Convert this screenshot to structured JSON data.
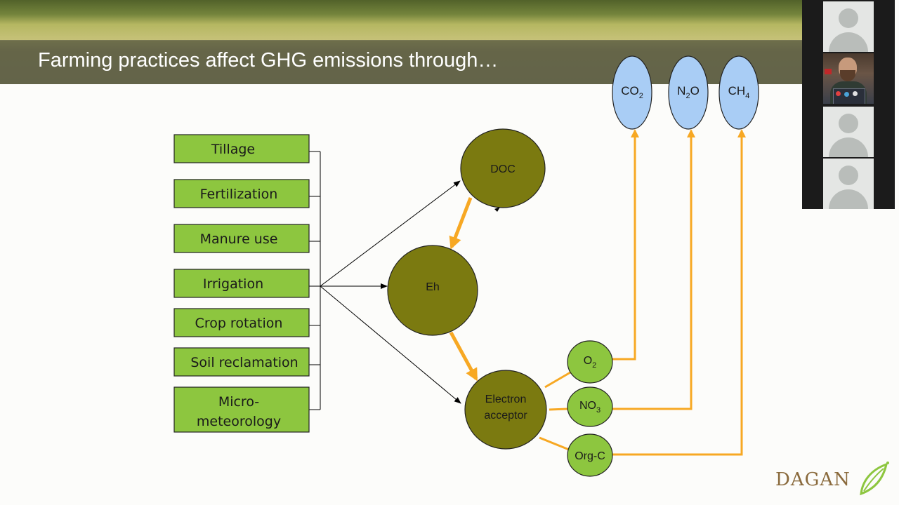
{
  "slide": {
    "title": "Farming practices affect GHG emissions through…",
    "logo_text": "DAGAN"
  },
  "practices": [
    "Tillage",
    "Fertilization",
    "Manure use",
    "Irrigation",
    "Crop rotation",
    "Soil reclamation",
    "Micro-",
    "meteorology"
  ],
  "nodes": {
    "doc": "DOC",
    "eh": "Eh",
    "electron_1": "Electron",
    "electron_2": "acceptor",
    "o2_base": "O",
    "o2_sub": "2",
    "no3_base": "NO",
    "no3_sub": "3",
    "orgc": "Org-C"
  },
  "gases": {
    "co2_base": "CO",
    "co2_sub": "2",
    "n2o_a": "N",
    "n2o_sub": "2",
    "n2o_b": "O",
    "ch4_base": "CH",
    "ch4_sub": "4"
  },
  "colors": {
    "practice_box": "#8dc63f",
    "process_node": "#7b7a10",
    "acceptor_node": "#8dc63f",
    "gas_node": "#a9cdf5",
    "flow_arrow": "#f7a823",
    "logo": "#8a6a3c"
  },
  "participants": [
    {
      "type": "avatar-placeholder"
    },
    {
      "type": "video"
    },
    {
      "type": "avatar-placeholder"
    },
    {
      "type": "avatar-placeholder"
    }
  ]
}
